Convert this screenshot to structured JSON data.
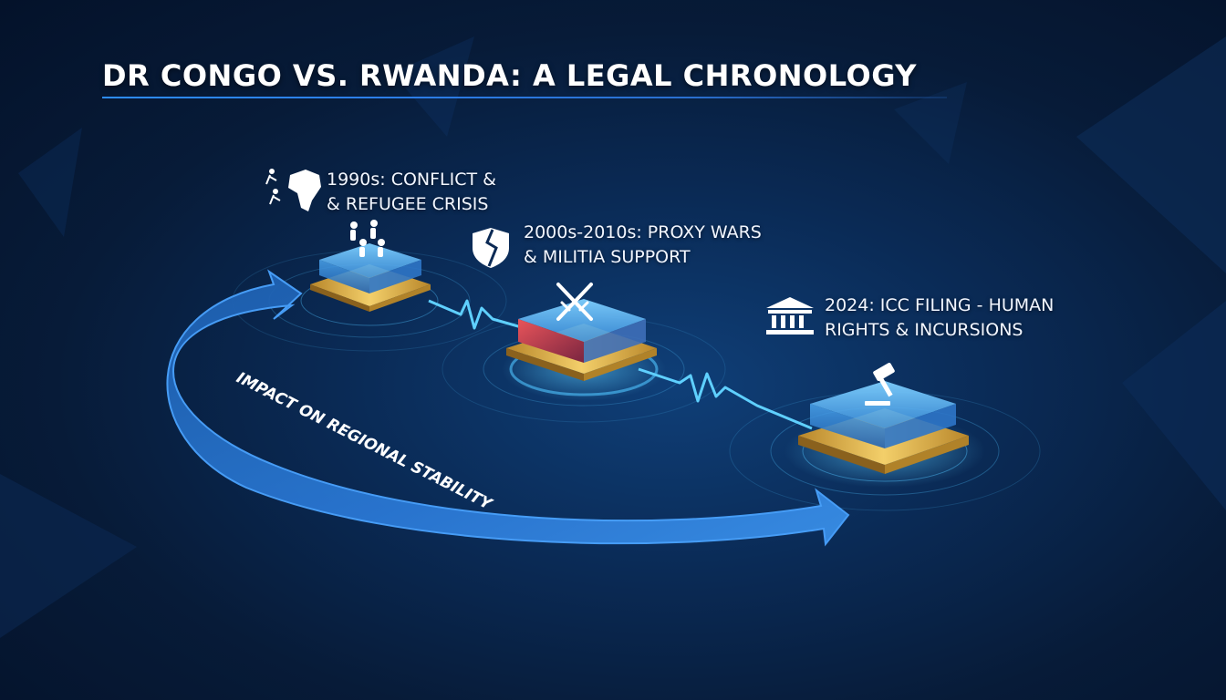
{
  "title": "DR CONGO VS. RWANDA: A LEGAL CHRONOLOGY",
  "milestones": [
    {
      "line1": "1990s: CONFLICT &",
      "line2": "& REFUGEE CRISIS",
      "icon": "africa-map-runners-icon",
      "block_icon": "refugees-icon"
    },
    {
      "line1": "2000s-2010s: PROXY WARS",
      "line2": "& MILITIA SUPPORT",
      "icon": "broken-shield-icon",
      "block_icon": "crossed-swords-icon"
    },
    {
      "line1": "2024: ICC FILING - HUMAN",
      "line2": "RIGHTS & INCURSIONS",
      "icon": "courthouse-icon",
      "block_icon": "gavel-icon"
    }
  ],
  "arrow_label": "IMPACT ON REGIONAL STABILITY",
  "colors": {
    "accent": "#2d8cff",
    "gold": "#e8b94a",
    "glow": "#4fc3ff",
    "alert": "#e0443a"
  }
}
